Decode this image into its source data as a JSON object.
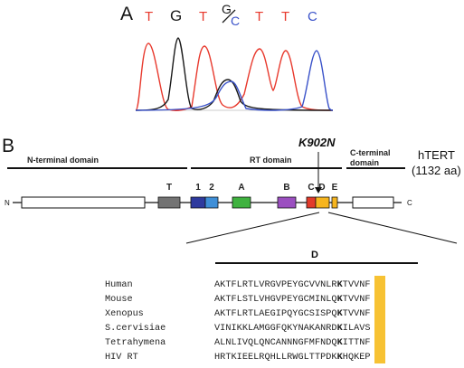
{
  "panel_a": {
    "label": "A",
    "bases": [
      {
        "text": "T",
        "color": "#e8392d"
      },
      {
        "text": "G",
        "color": "#1a1a1a"
      },
      {
        "text": "T",
        "color": "#e8392d"
      },
      {
        "text": "G",
        "color": "#1a1a1a"
      },
      {
        "text": "C",
        "color": "#3a52c9"
      },
      {
        "text": "T",
        "color": "#e8392d"
      },
      {
        "text": "T",
        "color": "#e8392d"
      },
      {
        "text": "C",
        "color": "#3a52c9"
      }
    ],
    "trace_colors": {
      "T": "#e8392d",
      "G": "#1a1a1a",
      "C": "#3a52c9"
    }
  },
  "panel_b": {
    "label": "B",
    "mutation": "K902N",
    "protein": "hTERT",
    "length": "(1132 aa)",
    "domains": {
      "n_terminal": "N-terminal domain",
      "rt": "RT domain",
      "c_terminal_1": "C-terminal",
      "c_terminal_2": "domain"
    },
    "terminal_n": "N",
    "terminal_c": "C",
    "motifs": [
      {
        "label": "T",
        "color": "#737373"
      },
      {
        "label": "1",
        "color": "#2e3a9e"
      },
      {
        "label": "2",
        "color": "#3f8fd8"
      },
      {
        "label": "A",
        "color": "#3fb23f"
      },
      {
        "label": "B",
        "color": "#9b4fc0"
      },
      {
        "label": "C",
        "color": "#e23a2a"
      },
      {
        "label": "D",
        "color": "#f6b51f"
      },
      {
        "label": "E",
        "color": "#f6b51f"
      }
    ],
    "zoom_motif": "D",
    "alignment": [
      {
        "species": "Human",
        "before": "AKTFLRTLVRGVPEYGCVVNLR",
        "key": "K",
        "after": "TVVNF"
      },
      {
        "species": "Mouse",
        "before": "AKTFLSTLVHGVPEYGCMINLQ",
        "key": "K",
        "after": "TVVNF"
      },
      {
        "species": "Xenopus",
        "before": "AKTFLRTLAEGIPQYGCSISPQ",
        "key": "K",
        "after": "TVVNF"
      },
      {
        "species": "S.cervisiae",
        "before": "VINIKKLAMGGFQKYNAKANRD",
        "key": "K",
        "after": "ILAVS"
      },
      {
        "species": "Tetrahymena",
        "before": "ALNLIVQLQNCANNNGFMFNDQ",
        "key": "K",
        "after": "ITTNF"
      },
      {
        "species": "HIV RT",
        "before": "HRTKIEELRQHLLRWGLTTPDK",
        "key": "K",
        "after": "HQKEP"
      }
    ],
    "highlight_color": "#f7c233"
  }
}
